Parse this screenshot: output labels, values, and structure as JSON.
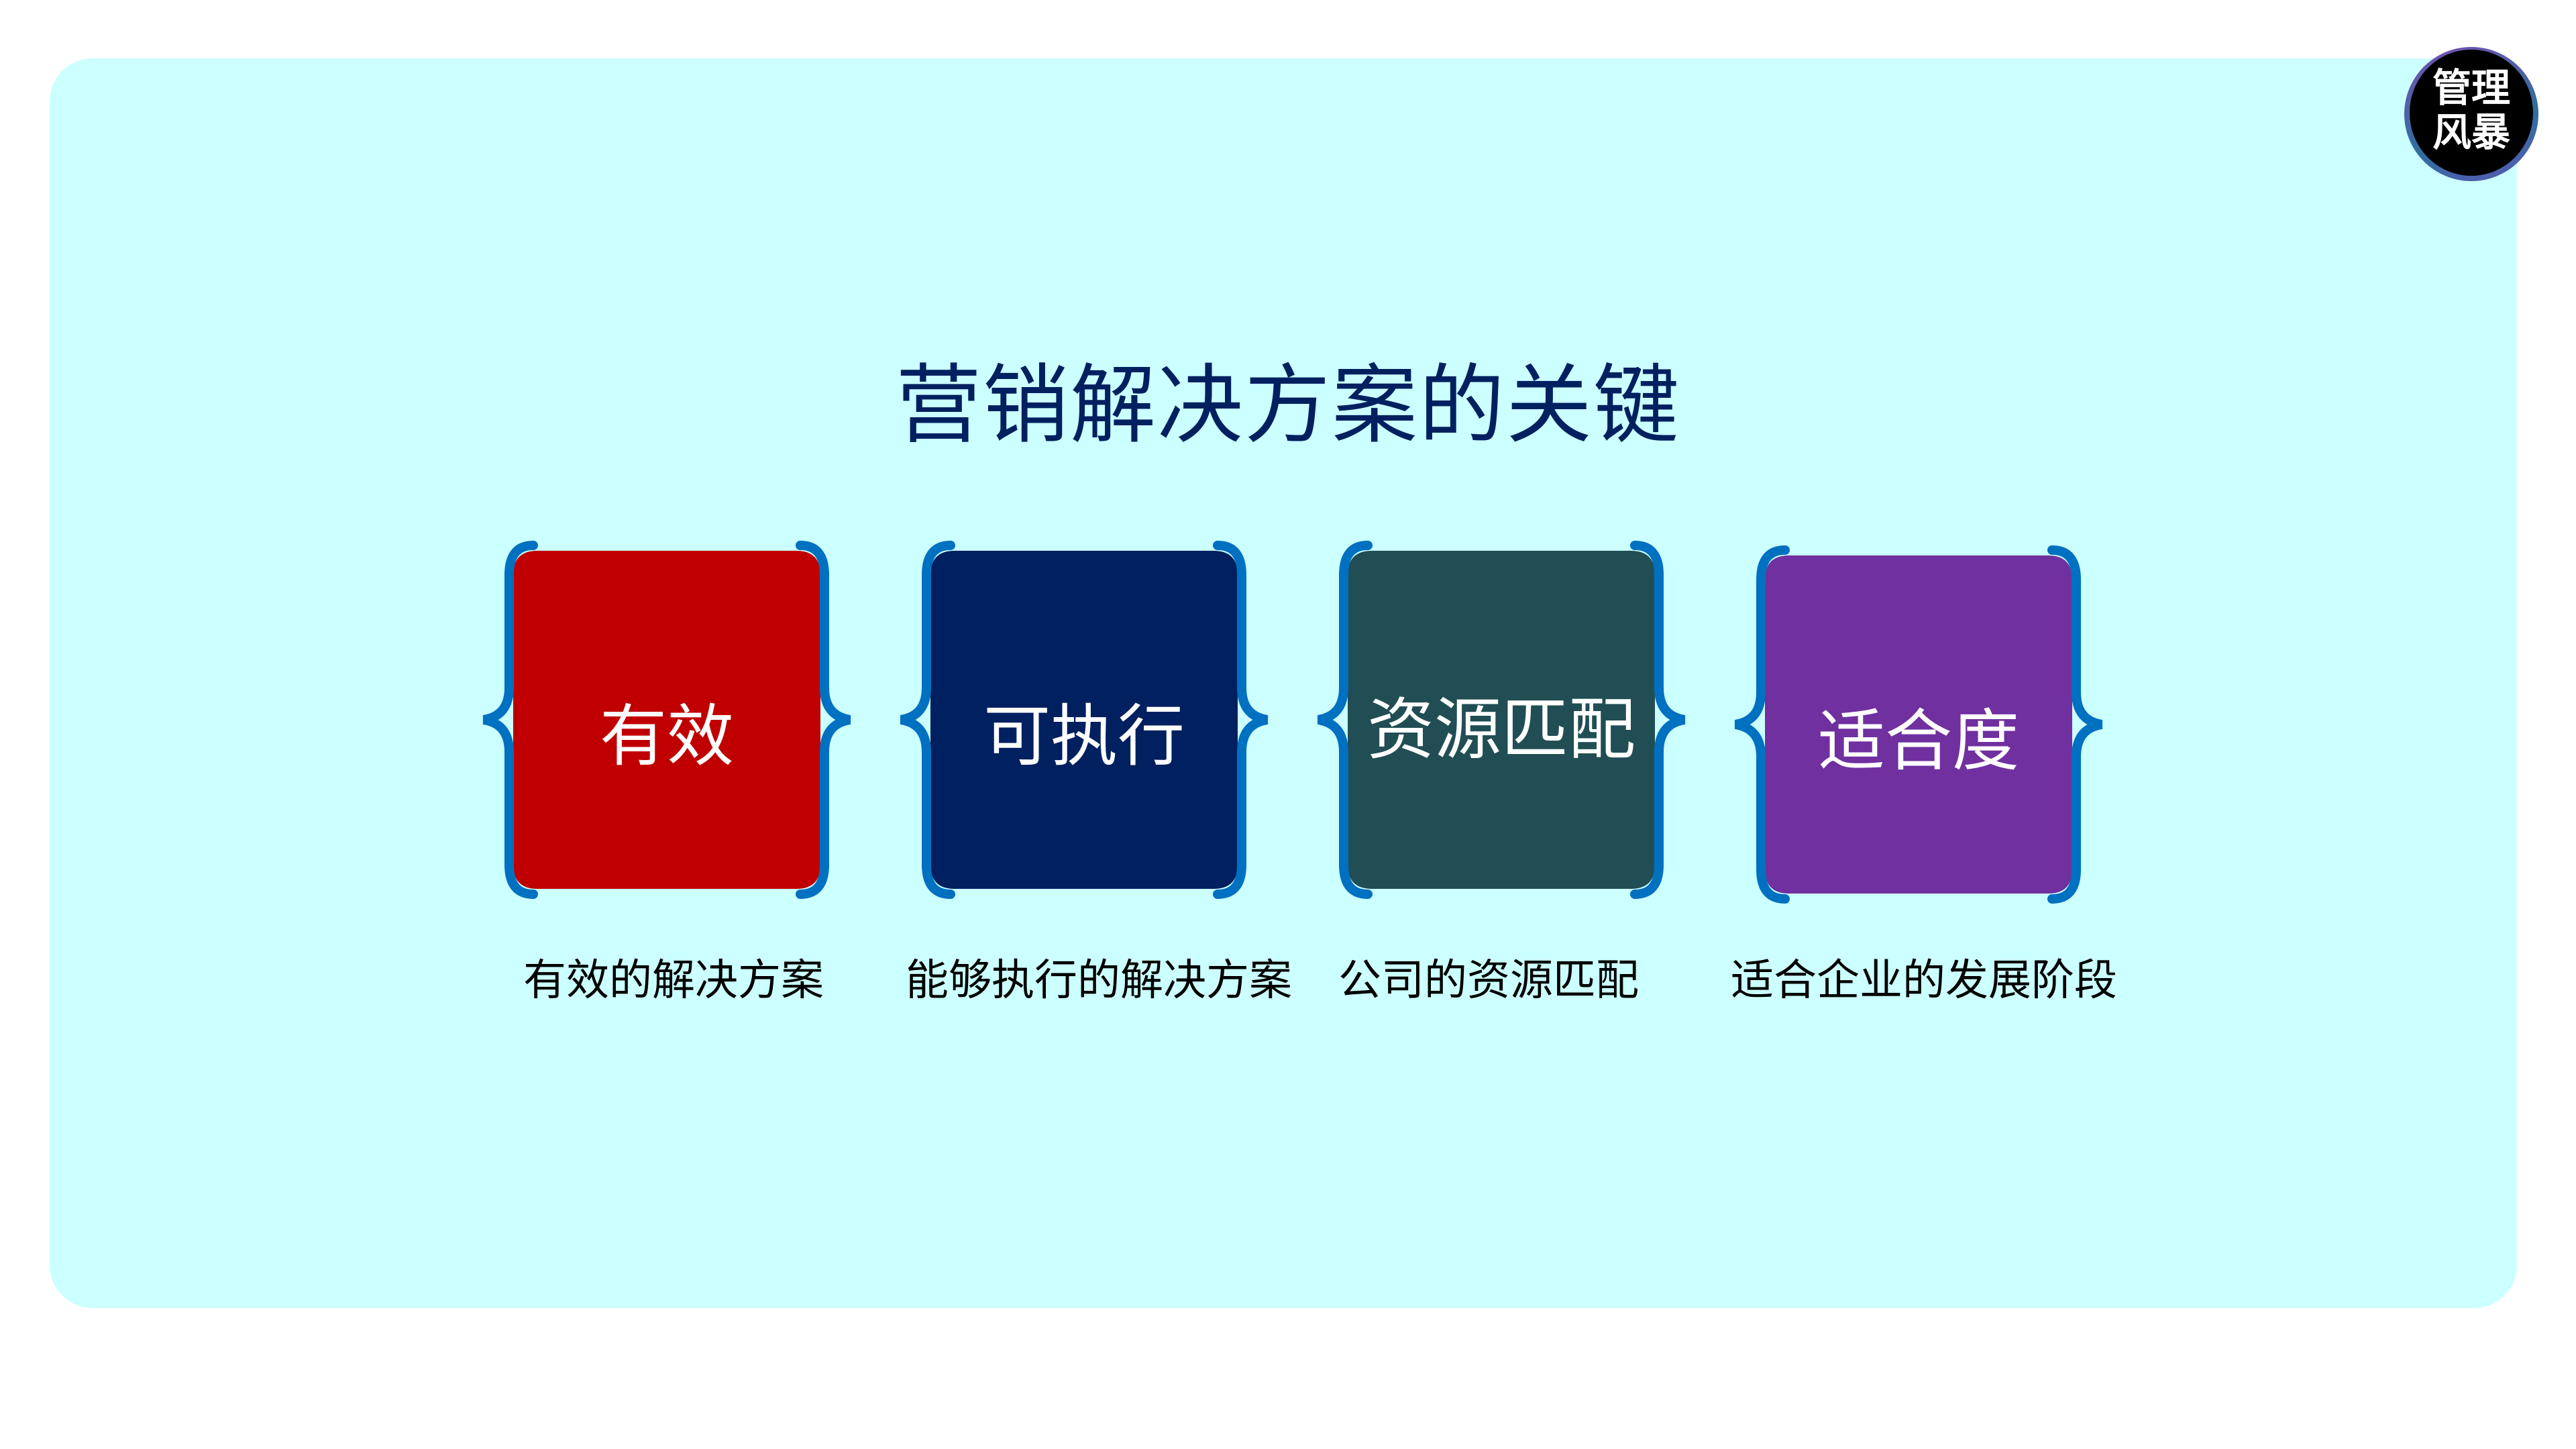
{
  "slide": {
    "title": "营销解决方案的关键",
    "colors": {
      "background": "#ffffff",
      "panel": "#ccffff",
      "title": "#002060",
      "brace": "#0070c0",
      "label_text": "#ffffff",
      "caption_text": "#000000"
    },
    "cards": [
      {
        "label": "有效",
        "color": "#c00000",
        "caption": "有效的解决方案"
      },
      {
        "label": "可执行",
        "color": "#002060",
        "caption": "能够执行的解决方案"
      },
      {
        "label": "资源匹配",
        "color": "#214e54",
        "caption": "公司的资源匹配"
      },
      {
        "label": "适合度",
        "color": "#7030a0",
        "caption": "适合企业的发展阶段"
      }
    ]
  },
  "logo": {
    "line1": "管理",
    "line2": "风暴"
  }
}
